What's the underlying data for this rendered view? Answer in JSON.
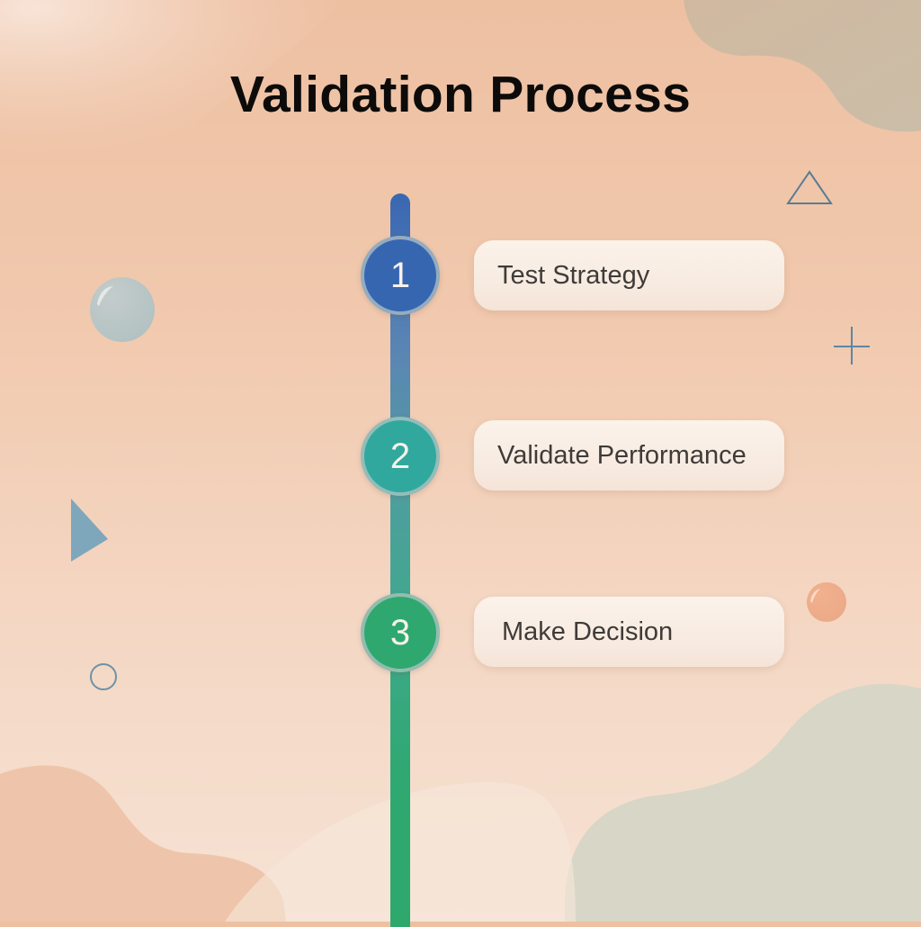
{
  "title": "Validation Process",
  "colors": {
    "background_top": "#eec0a2",
    "background_bottom": "#f6e2d4",
    "step1": "#3766b1",
    "step2": "#31a89d",
    "step3": "#2ea86f",
    "card": "#f9eee5",
    "title_text": "#0d0b0a",
    "card_text": "#3f3b39"
  },
  "steps": [
    {
      "number": "1",
      "label": "Test Strategy",
      "color": "#3766b1"
    },
    {
      "number": "2",
      "label": "Validate Performance",
      "color": "#31a89d"
    },
    {
      "number": "3",
      "label": "Make Decision",
      "color": "#2ea86f"
    }
  ],
  "decorations": [
    "outline-triangle-icon",
    "plus-icon",
    "bubble-blue-icon",
    "play-triangle-icon",
    "ring-icon",
    "bubble-peach-icon"
  ]
}
